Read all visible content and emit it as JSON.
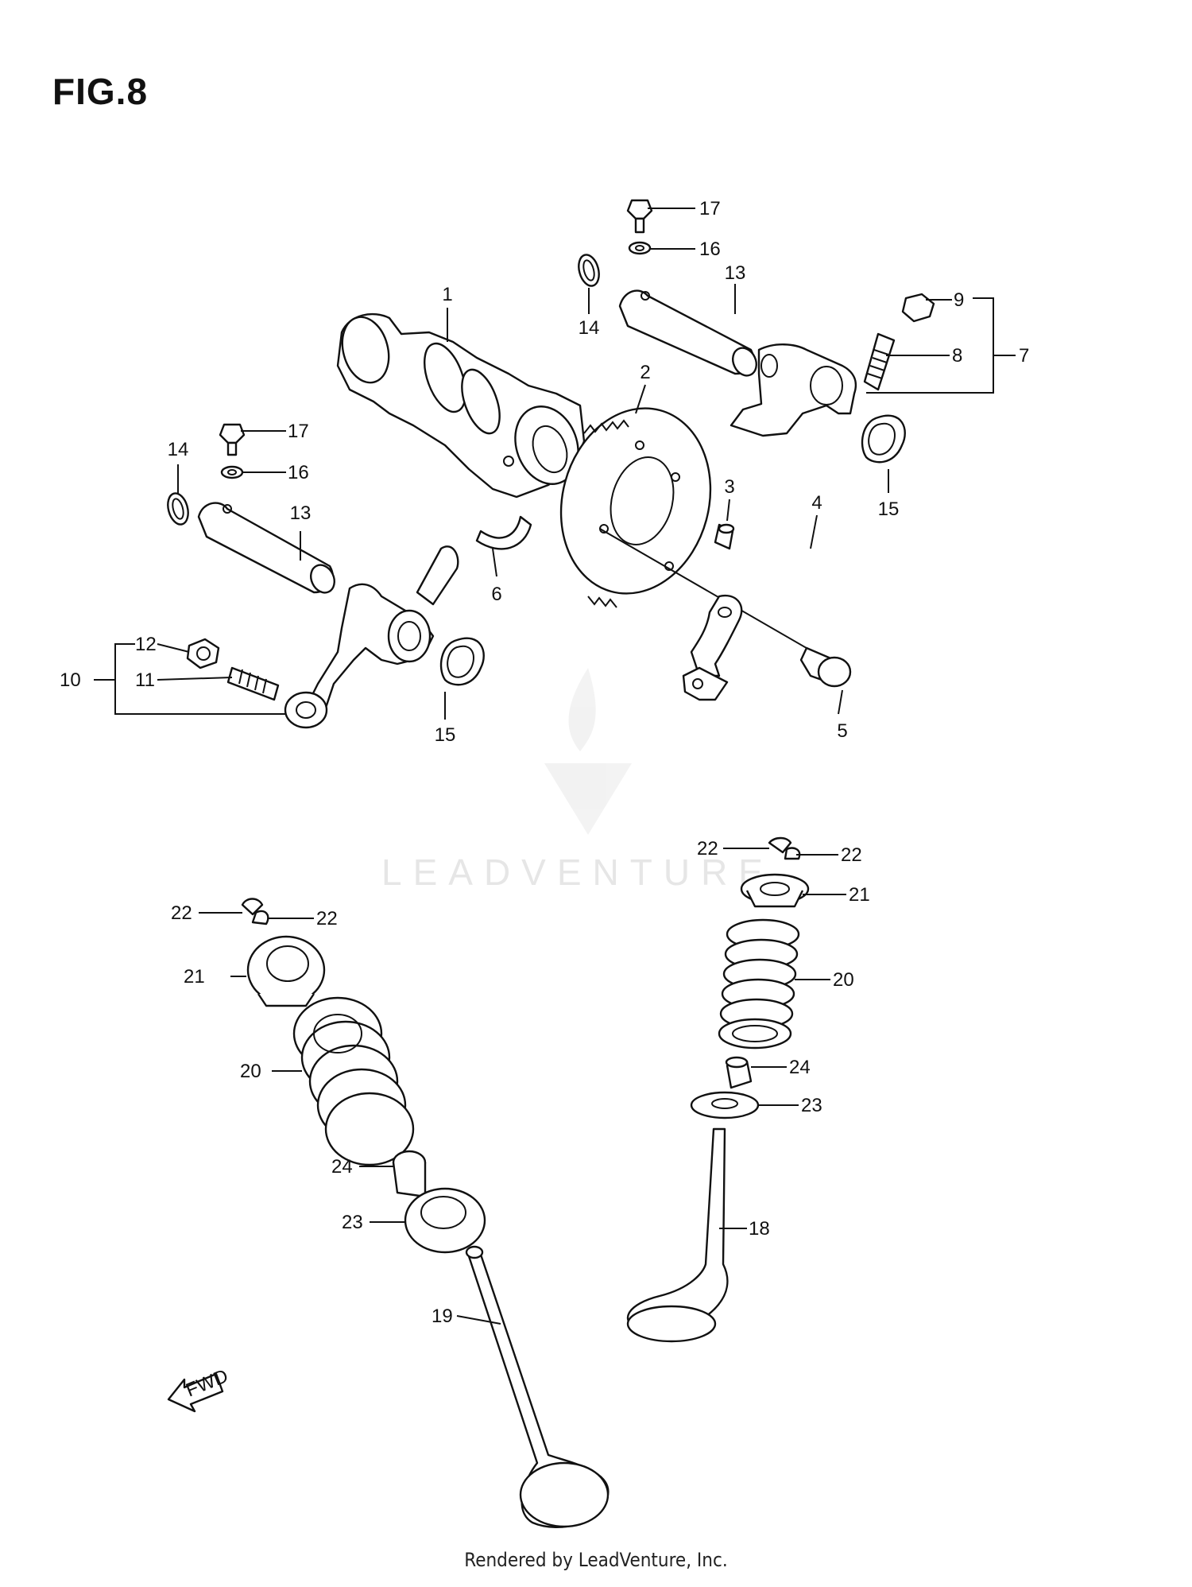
{
  "figure": {
    "title": "FIG.8"
  },
  "footer": {
    "text": "Rendered by LeadVenture, Inc."
  },
  "watermark": {
    "text": "LEADVENTURE"
  },
  "direction_arrow": {
    "label": "FWD"
  },
  "callouts": [
    "1",
    "2",
    "3",
    "4",
    "5",
    "6",
    "7",
    "8",
    "9",
    "10",
    "11",
    "12",
    "13",
    "13",
    "14",
    "14",
    "15",
    "15",
    "16",
    "16",
    "17",
    "17",
    "18",
    "19",
    "20",
    "20",
    "21",
    "21",
    "22",
    "22",
    "22",
    "22",
    "23",
    "23",
    "24",
    "24"
  ]
}
